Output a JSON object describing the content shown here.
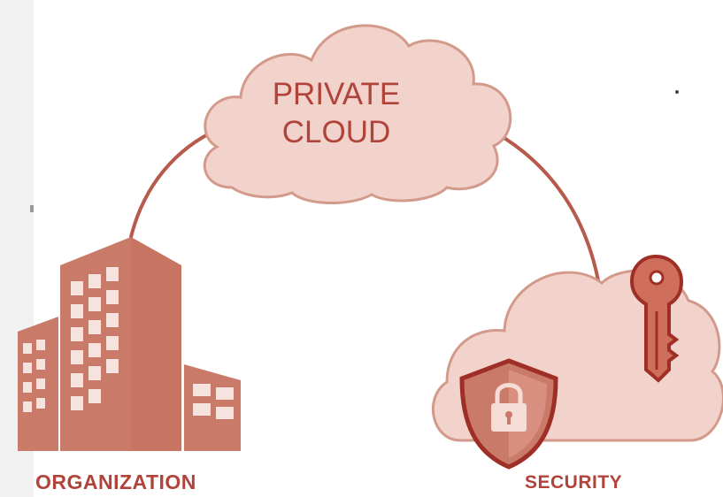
{
  "diagram": {
    "cloud_label": {
      "line1": "PRIVATE",
      "line2": "CLOUD"
    },
    "organization_label": "ORGANIZATION",
    "security_label": "SECURITY",
    "colors": {
      "primary": "#c97a68",
      "dark": "#b0433a",
      "cloud_fill": "#f2d3cc",
      "cloud_stroke": "#d39a8c",
      "connector": "#b65a4c"
    },
    "icons": [
      "private-cloud-icon",
      "organization-building-icon",
      "security-cloud-icon",
      "shield-lock-icon",
      "key-icon"
    ]
  }
}
